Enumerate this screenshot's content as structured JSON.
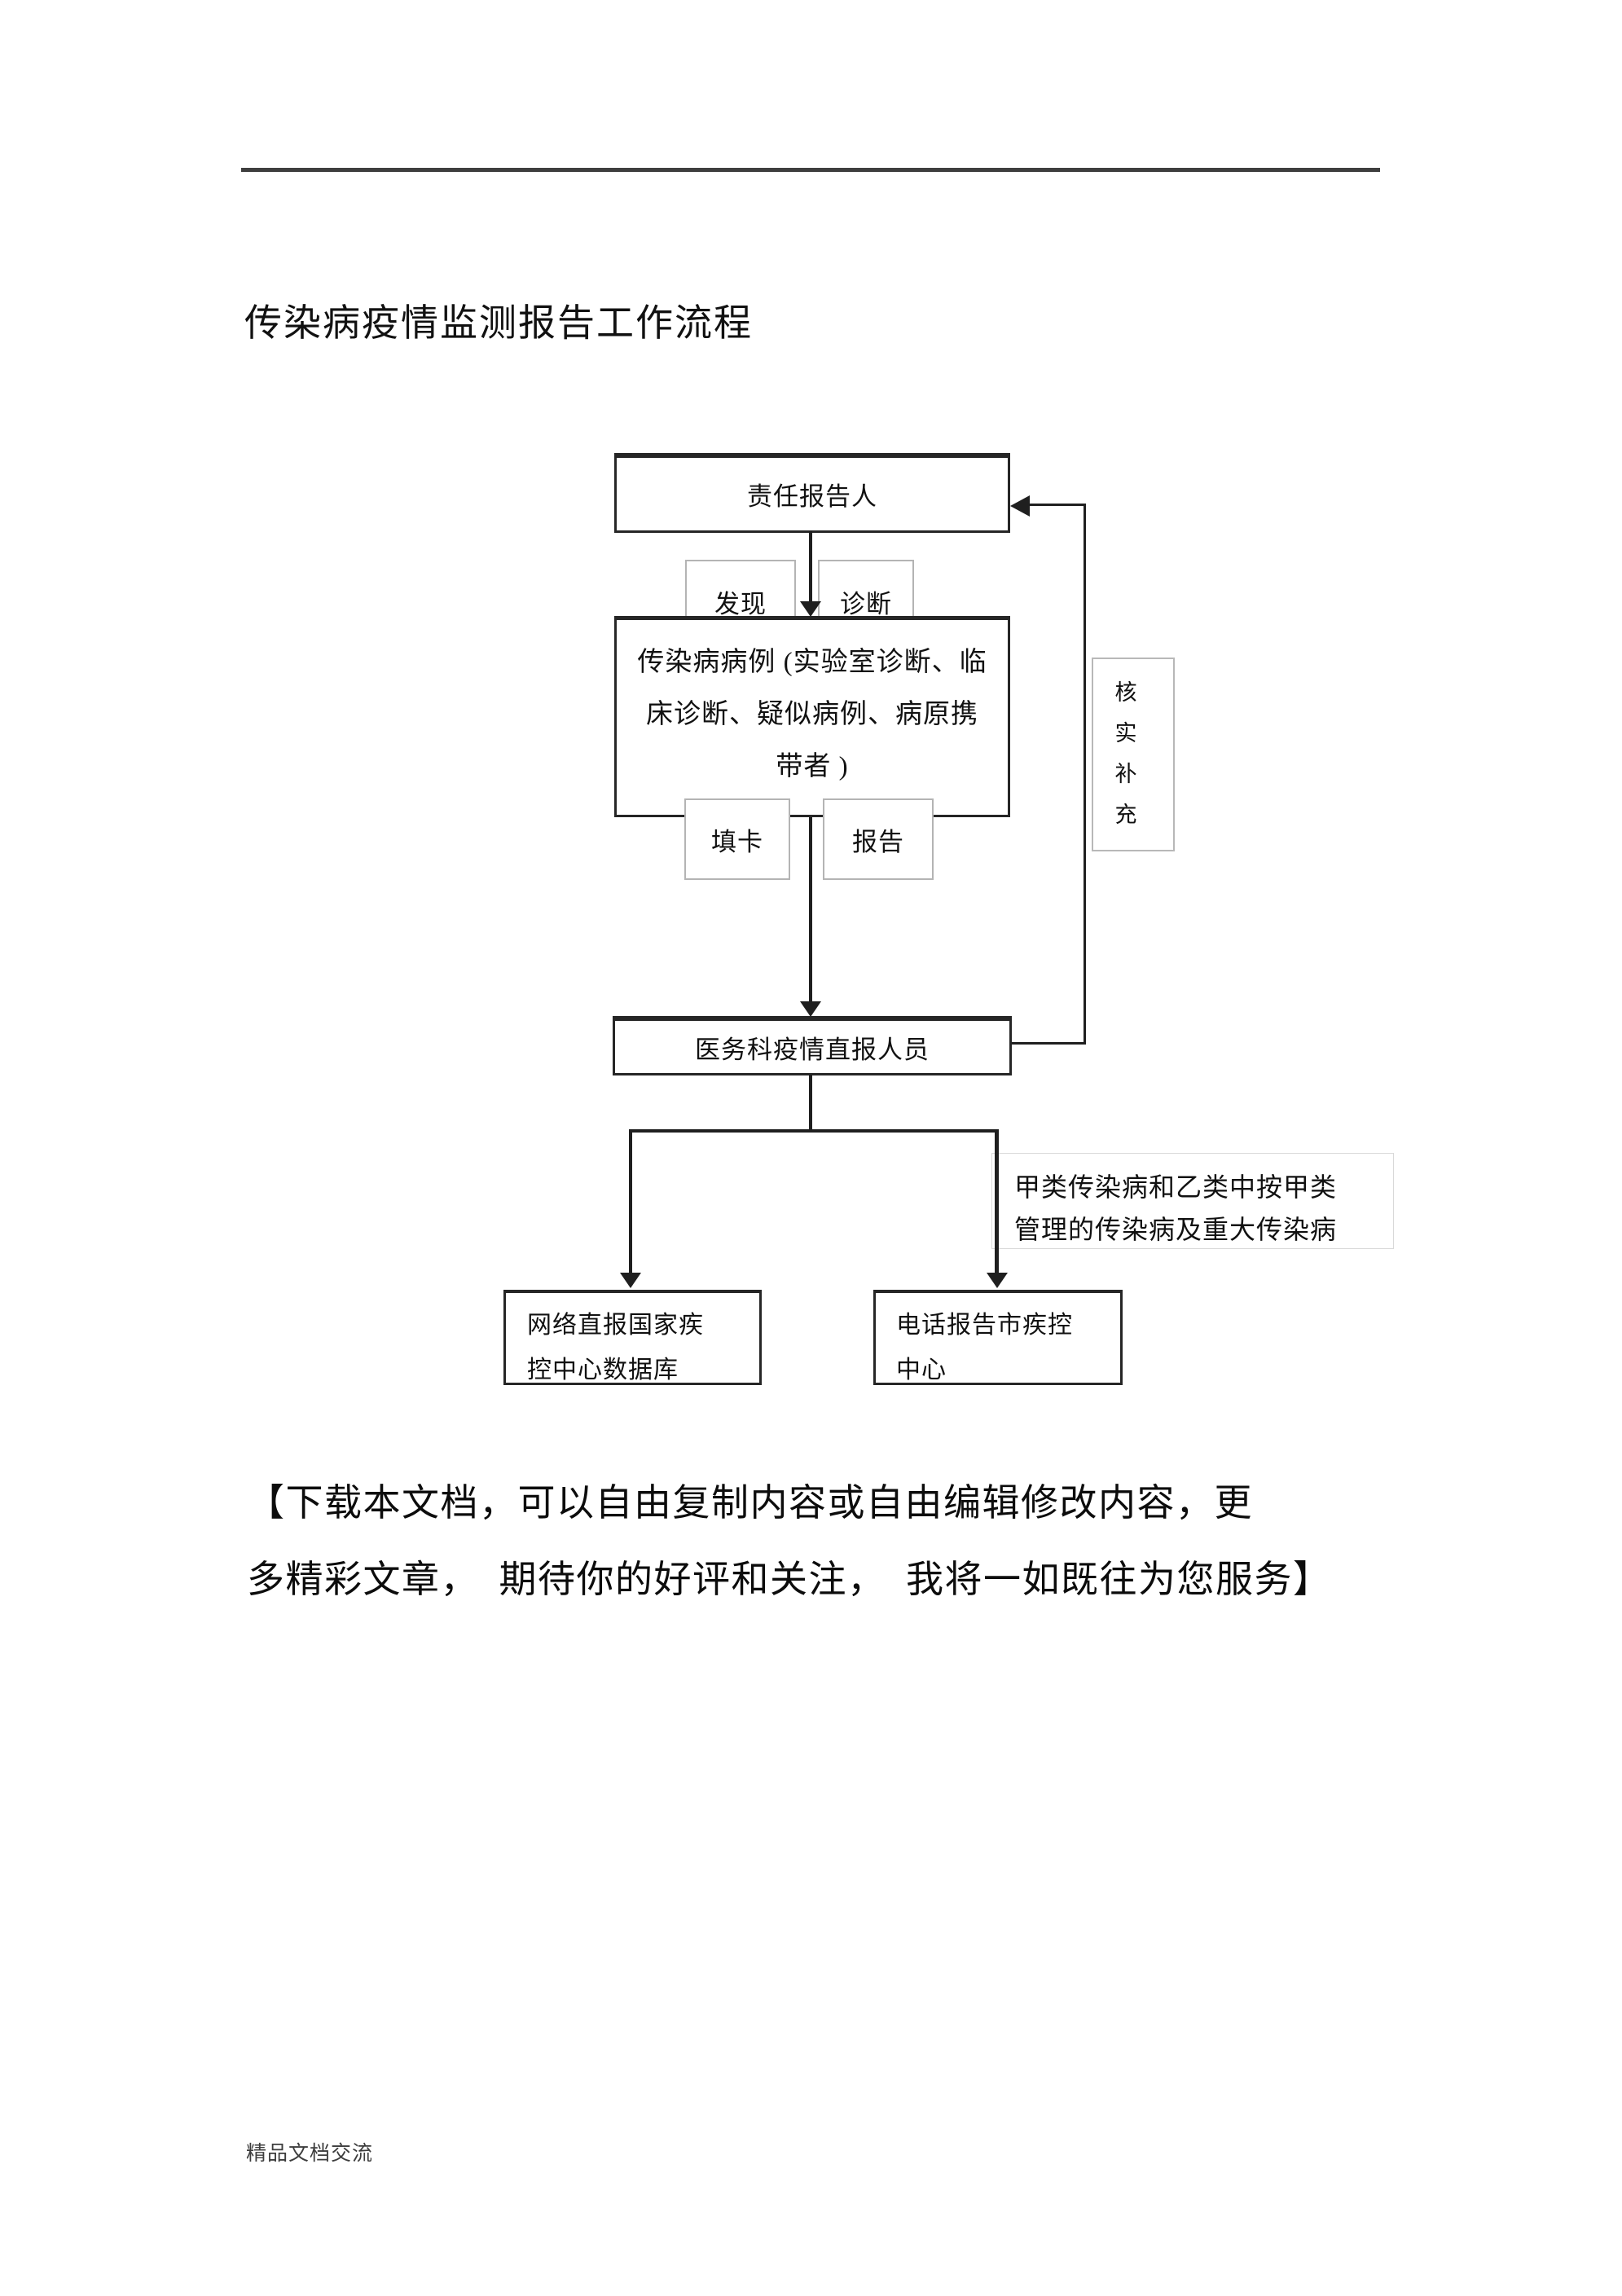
{
  "page": {
    "title": "传染病疫情监测报告工作流程",
    "footer": "精品文档交流",
    "paragraph_lines": [
      "【下载本文档，可以自由复制内容或自由编辑修改内容，更",
      "多精彩文章，　期待你的好评和关注，　我将一如既往为您服务】"
    ]
  },
  "colors": {
    "connector_line": "#1f1f1f",
    "dark_box_border": "#262626",
    "light_box_border": "#b4b4b4",
    "note_box_border": "#d9d9d9",
    "top_rule": "#3e3e3e",
    "text": "#111111",
    "footer_text": "#3d3d3d"
  },
  "flowchart": {
    "reporter_box": {
      "label": "责任报告人"
    },
    "edge_labels": {
      "discover": "发现",
      "diagnose": "诊断",
      "fill_card": "填卡",
      "report": "报告"
    },
    "case_box": {
      "lines": [
        "传染病病例 (实验室诊断、临",
        "床诊断、疑似病例、病原携",
        "带者 )"
      ]
    },
    "verify_box": {
      "chars": [
        "核",
        "实",
        "补",
        "充"
      ]
    },
    "medical_box": {
      "label": "医务科疫情直报人员"
    },
    "category_note": {
      "lines": [
        "甲类传染病和乙类中按甲类",
        "管理的传染病及重大传染病"
      ]
    },
    "network_box": {
      "lines": [
        "网络直报国家疾",
        "控中心数据库"
      ]
    },
    "phone_box": {
      "lines": [
        "电话报告市疾控",
        "中心"
      ]
    }
  }
}
